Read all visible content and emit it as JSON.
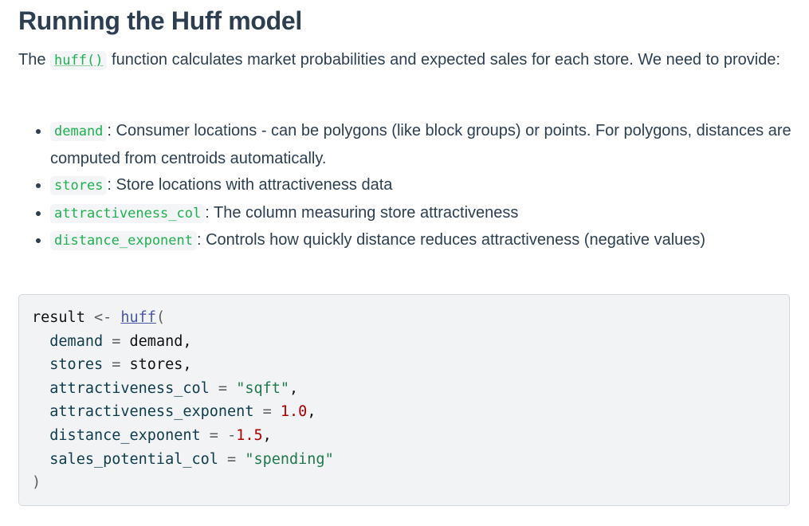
{
  "heading": "Running the Huff model",
  "intro": {
    "pre": "The ",
    "code": "huff()",
    "post": " function calculates market probabilities and expected sales for each store. We need to provide:"
  },
  "items": [
    {
      "code": "demand",
      "text": ": Consumer locations - can be polygons (like block groups) or points. For polygons, distances are computed from centroids automatically."
    },
    {
      "code": "stores",
      "text": ": Store locations with attractiveness data"
    },
    {
      "code": "attractiveness_col",
      "text": ": The column measuring store attractiveness"
    },
    {
      "code": "distance_exponent",
      "text": ": Controls how quickly distance reduces attractiveness (negative values)"
    }
  ],
  "code": {
    "var": "result",
    "assign": "<-",
    "fn": "huff",
    "open": "(",
    "close": ")",
    "args": [
      {
        "name": "demand",
        "value": "demand",
        "kind": "plain",
        "sep": ","
      },
      {
        "name": "stores",
        "value": "stores",
        "kind": "plain",
        "sep": ","
      },
      {
        "name": "attractiveness_col",
        "value": "\"sqft\"",
        "kind": "str",
        "sep": ","
      },
      {
        "name": "attractiveness_exponent",
        "value": "1.0",
        "kind": "num",
        "sep": ","
      },
      {
        "name": "distance_exponent",
        "value": "1.5",
        "prefix": "-",
        "kind": "num",
        "sep": ","
      },
      {
        "name": "sales_potential_col",
        "value": "\"spending\"",
        "kind": "str",
        "sep": ""
      }
    ]
  }
}
